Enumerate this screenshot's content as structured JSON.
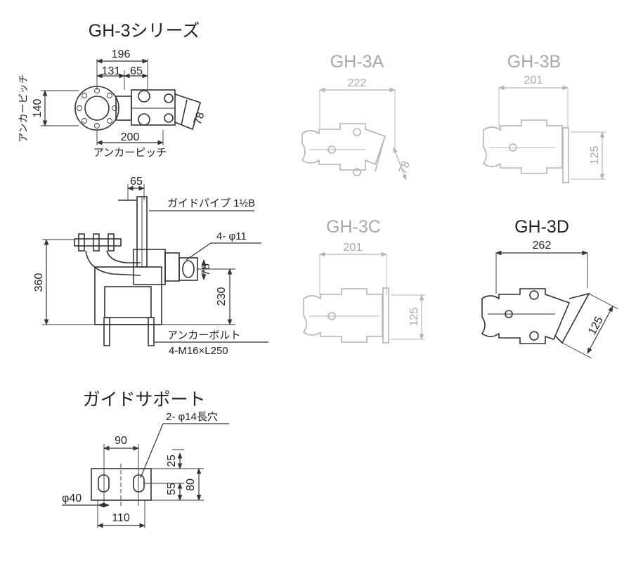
{
  "series_title": "GH-3シリーズ",
  "variants": {
    "a": {
      "label": "GH-3A",
      "width": "222",
      "outlet": "78"
    },
    "b": {
      "label": "GH-3B",
      "width": "201",
      "flange": "125"
    },
    "c": {
      "label": "GH-3C",
      "width": "201",
      "flange": "125"
    },
    "d": {
      "label": "GH-3D",
      "width": "262",
      "flange": "125"
    }
  },
  "plan_view": {
    "overall_width": "196",
    "left_width": "131",
    "right_width": "65",
    "anchor_pitch_vertical": "140",
    "anchor_pitch_vertical_label": "アンカーピッチ",
    "anchor_pitch_horizontal": "200",
    "anchor_pitch_horizontal_label": "アンカーピッチ",
    "outlet_dim": "78"
  },
  "side_view": {
    "guide_offset": "65",
    "guide_pipe": "ガイドパイプ 1½B",
    "holes": "4- φ11",
    "outlet_dim": "78",
    "height": "360",
    "outlet_height": "230",
    "anchor_bolt_label": "アンカーボルト",
    "anchor_bolt_spec": "4-M16×L250"
  },
  "guide_support": {
    "title": "ガイドサポート",
    "slots": "2- φ14長穴",
    "hole_pitch": "90",
    "top_offset": "25",
    "height_inner": "55",
    "height_total": "80",
    "pipe_dia": "φ40",
    "width": "110"
  }
}
